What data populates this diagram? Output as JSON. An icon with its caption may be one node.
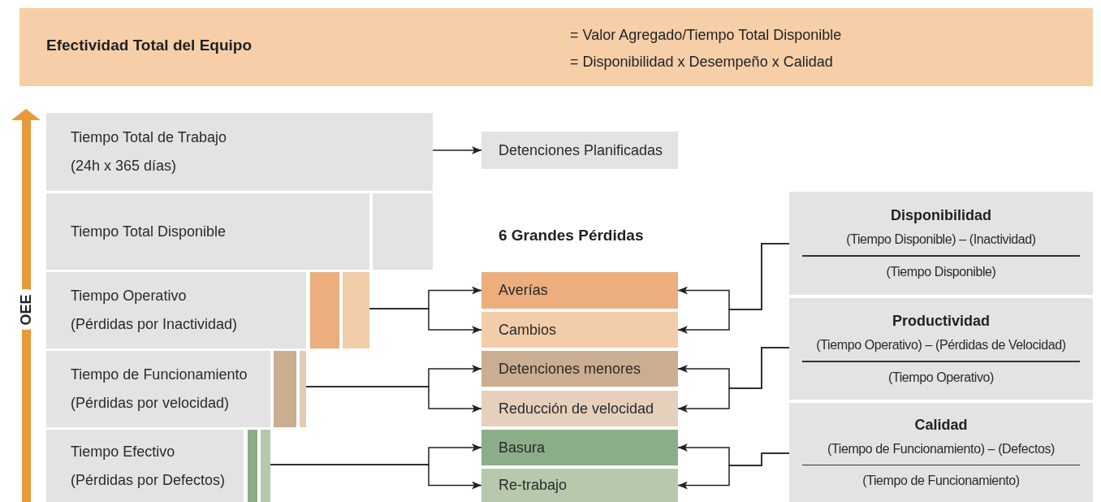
{
  "diagram": {
    "nodes": [
      {
        "text": [
          "Efectividad Total del Equipo",
          "= Valor Agregado/Tiempo Total Disponible",
          "= Disponibilidad x Desempeño x Calidad"
        ]
      },
      {
        "text": [
          "Tiempo Total de Trabajo",
          "(24h x 365 días)"
        ]
      },
      {
        "text": [
          "Detenciones Planificadas"
        ]
      },
      {
        "text": [
          "Tiempo Total Disponible"
        ]
      },
      {
        "text": [],
        "shape": "box"
      },
      {
        "text": [
          "Tiempo Operativo",
          "(Pérdidas por Inactividad)"
        ]
      },
      {
        "text": [],
        "shape": "box"
      },
      {
        "text": [],
        "shape": "box"
      },
      {
        "text": [
          "Tiempo de Funcionamiento",
          "(Pérdidas por velocidad)"
        ]
      },
      {
        "text": [],
        "shape": "box"
      },
      {
        "text": [],
        "shape": "box"
      },
      {
        "text": [
          "Tiempo Efectivo",
          "(Pérdidas por Defectos)"
        ]
      },
      {
        "text": [],
        "shape": "box"
      },
      {
        "text": [],
        "shape": "box"
      },
      {
        "text": [
          "Averías"
        ]
      },
      {
        "text": [
          "Cambios"
        ]
      },
      {
        "text": [
          "Detenciones menores"
        ]
      },
      {
        "text": [
          "Reducción de velocidad"
        ]
      },
      {
        "text": [
          "Basura"
        ]
      },
      {
        "text": [
          "Re-trabajo"
        ]
      },
      {
        "text": [
          "Disponibilidad",
          "(Tiempo Disponible) – (Inactividad)",
          "(Tiempo Disponible)"
        ]
      },
      {
        "text": [
          "Productividad",
          "(Tiempo Operativo) – (Pérdidas de Velocidad)",
          "(Tiempo Operativo)"
        ]
      },
      {
        "text": [
          "Calidad",
          "(Tiempo de Funcionamiento) – (Defectos)",
          "(Tiempo de Funcionamiento)"
        ]
      }
    ],
    "edges": [
      {
        "from": 1,
        "to": 2,
        "arrow": "to"
      },
      {
        "from": 7,
        "to": 14,
        "arrow": "to"
      },
      {
        "from": 7,
        "to": 15,
        "arrow": "to"
      },
      {
        "from": 10,
        "to": 16,
        "arrow": "to"
      },
      {
        "from": 10,
        "to": 17,
        "arrow": "to"
      },
      {
        "from": 13,
        "to": 18,
        "arrow": "to"
      },
      {
        "from": 13,
        "to": 19,
        "arrow": "to"
      },
      {
        "from": 20,
        "to": 14,
        "arrow": "to"
      },
      {
        "from": 20,
        "to": 15,
        "arrow": "to"
      },
      {
        "from": 21,
        "to": 16,
        "arrow": "to"
      },
      {
        "from": 21,
        "to": 17,
        "arrow": "to"
      },
      {
        "from": 22,
        "to": 18,
        "arrow": "to"
      },
      {
        "from": 22,
        "to": 19,
        "arrow": "to"
      }
    ],
    "labels": [
      "OEE",
      "6 Grandes Pérdidas"
    ]
  }
}
